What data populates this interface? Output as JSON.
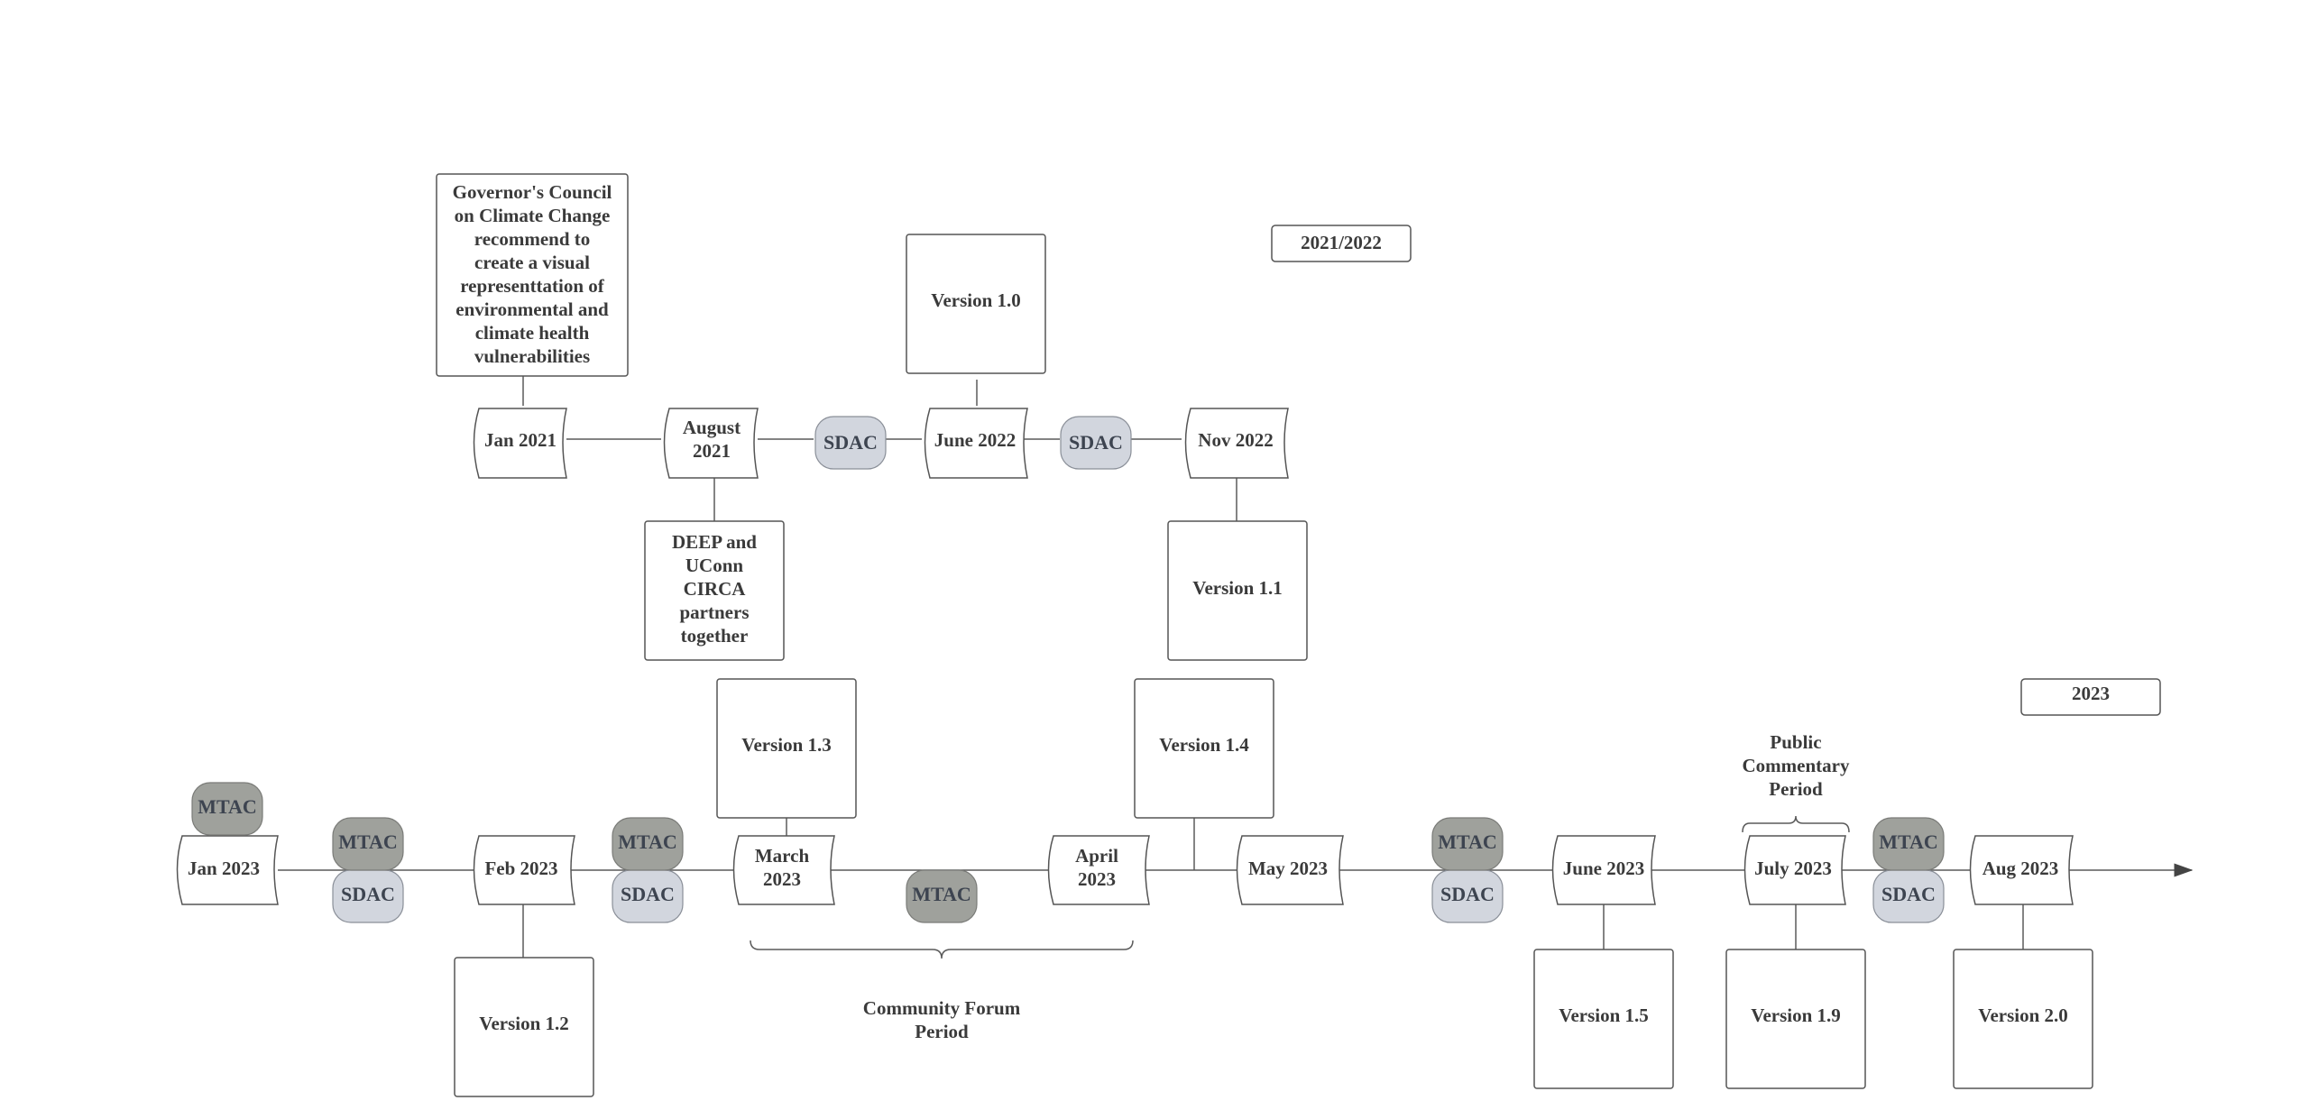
{
  "labels": {
    "tag_2021_2022": "2021/2022",
    "tag_2023": "2023",
    "sdac": "SDAC",
    "mtac": "MTAC"
  },
  "dates": {
    "jan2021": "Jan 2021",
    "aug2021": [
      "August",
      "2021"
    ],
    "jun2022": "June 2022",
    "nov2022": "Nov 2022",
    "jan2023": "Jan 2023",
    "feb2023": "Feb 2023",
    "mar2023": [
      "March",
      "2023"
    ],
    "apr2023": [
      "April",
      "2023"
    ],
    "may2023": "May 2023",
    "jun2023": "June 2023",
    "jul2023": "July 2023",
    "aug2023": "Aug 2023"
  },
  "notes": {
    "governor": [
      "Governor's Council",
      "on Climate Change",
      "recommend to",
      "create a visual",
      "representtation of",
      "environmental and",
      "climate health",
      "vulnerabilities"
    ],
    "deep": [
      "DEEP and",
      "UConn",
      "CIRCA",
      "partners",
      "together"
    ],
    "community_forum": [
      "Community Forum",
      "Period"
    ],
    "public_commentary": [
      "Public",
      "Commentary",
      "Period"
    ]
  },
  "versions": {
    "v10": "Version 1.0",
    "v11": "Version 1.1",
    "v12": "Version 1.2",
    "v13": "Version 1.3",
    "v14": "Version 1.4",
    "v15": "Version 1.5",
    "v19": "Version 1.9",
    "v20": "Version 2.0"
  }
}
